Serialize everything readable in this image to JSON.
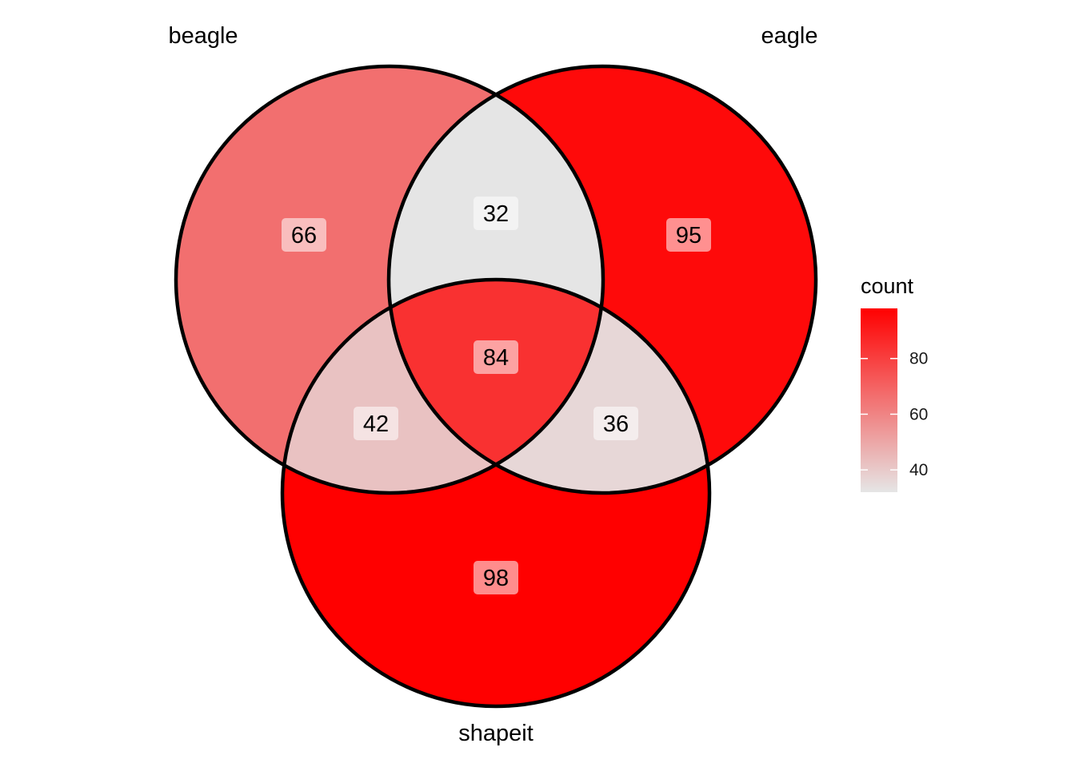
{
  "chart_data": {
    "type": "venn",
    "sets": [
      "beagle",
      "eagle",
      "shapeit"
    ],
    "regions": [
      {
        "sets": [
          "beagle"
        ],
        "count": 66
      },
      {
        "sets": [
          "eagle"
        ],
        "count": 95
      },
      {
        "sets": [
          "shapeit"
        ],
        "count": 98
      },
      {
        "sets": [
          "beagle",
          "eagle"
        ],
        "count": 32
      },
      {
        "sets": [
          "beagle",
          "shapeit"
        ],
        "count": 42
      },
      {
        "sets": [
          "eagle",
          "shapeit"
        ],
        "count": 36
      },
      {
        "sets": [
          "beagle",
          "eagle",
          "shapeit"
        ],
        "count": 84
      }
    ],
    "fill_scale": {
      "low_color": "#e5e5e5",
      "high_color": "#ff0000",
      "min": 32,
      "max": 98
    },
    "legend": {
      "title": "count",
      "ticks": [
        40,
        60,
        80
      ],
      "position": "right"
    }
  }
}
